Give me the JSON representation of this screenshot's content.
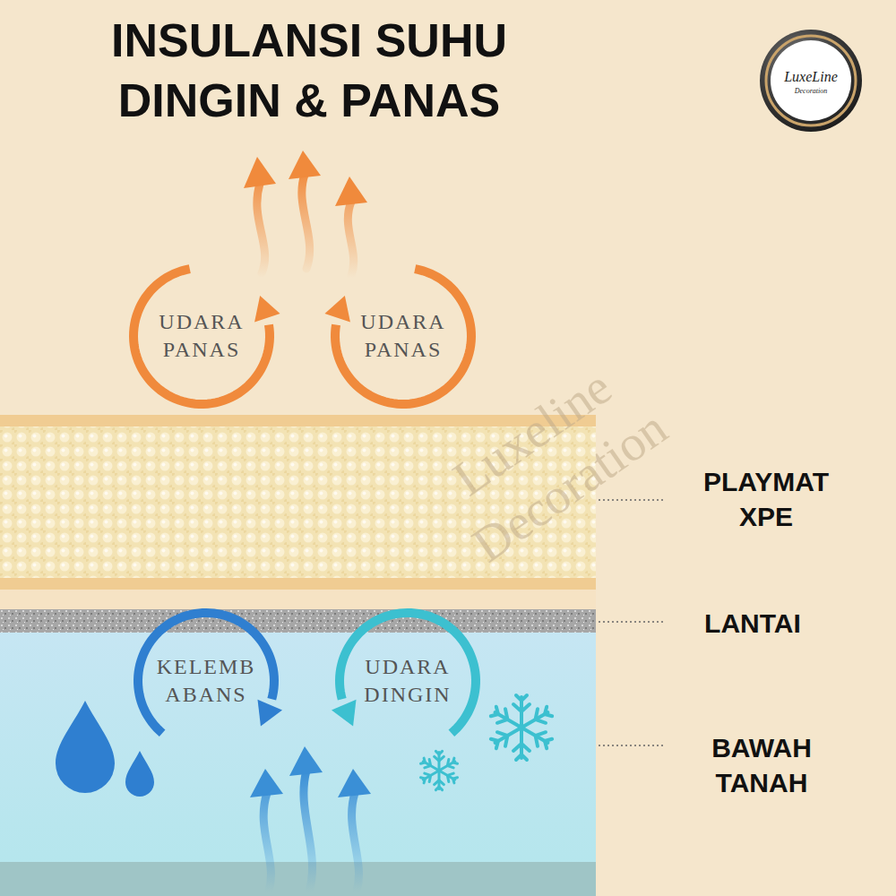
{
  "diagram": {
    "title": "INSULANSI SUHU DINGIN & PANAS",
    "nodes": [
      {
        "text": [
          "UDARA PANAS"
        ]
      },
      {
        "text": [
          "UDARA PANAS"
        ]
      },
      {
        "text": [
          "KELEMB ABANS"
        ]
      },
      {
        "text": [
          "UDARA DINGIN"
        ]
      }
    ],
    "labels": [
      "PLAYMAT XPE",
      "LANTAI",
      "BAWAH TANAH",
      "LuxeLine",
      "Decoration",
      "Luxeline Decoration"
    ]
  }
}
